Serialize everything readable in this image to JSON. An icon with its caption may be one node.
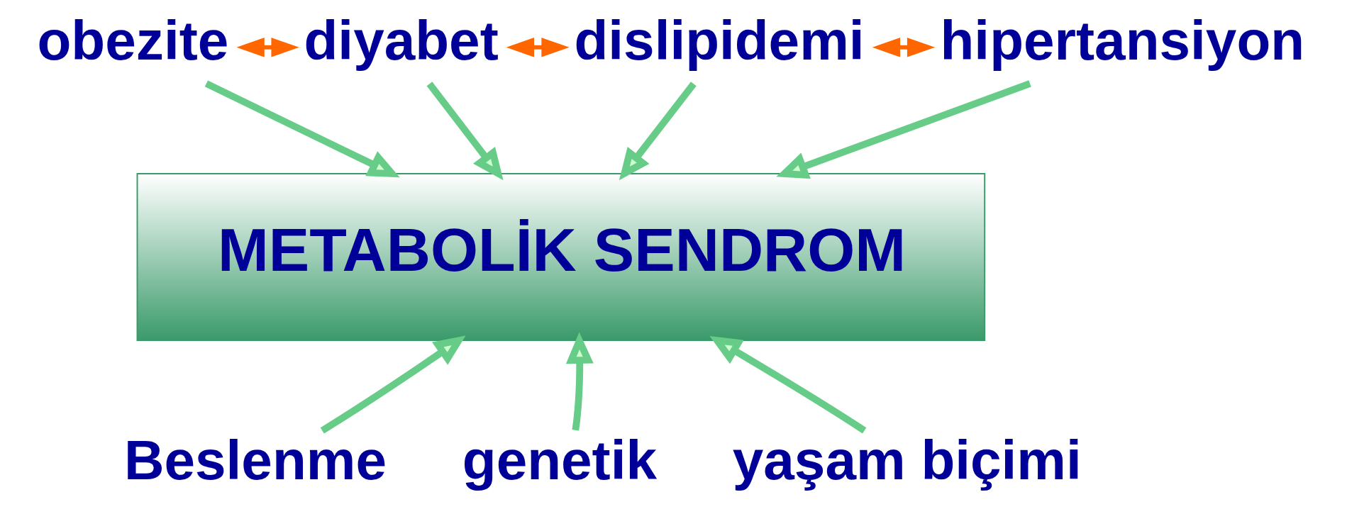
{
  "diagram": {
    "nodes": [
      {
        "text": [
          "obezite"
        ]
      },
      {
        "text": [
          "diyabet"
        ]
      },
      {
        "text": [
          "dislipidemi"
        ]
      },
      {
        "text": [
          "hipertansiyon"
        ]
      },
      {
        "text": [
          "METABOLİK SENDROM"
        ]
      },
      {
        "text": [
          "Beslenme"
        ]
      },
      {
        "text": [
          "genetik"
        ]
      },
      {
        "text": [
          "yaşam biçimi"
        ]
      }
    ],
    "edges": [
      {
        "from": 0,
        "to": 1,
        "arrow": "both",
        "color": "#ff6600"
      },
      {
        "from": 1,
        "to": 2,
        "arrow": "both",
        "color": "#ff6600"
      },
      {
        "from": 2,
        "to": 3,
        "arrow": "both",
        "color": "#ff6600"
      },
      {
        "from": 0,
        "to": 4,
        "arrow": "to"
      },
      {
        "from": 1,
        "to": 4,
        "arrow": "to"
      },
      {
        "from": 2,
        "to": 4,
        "arrow": "to"
      },
      {
        "from": 3,
        "to": 4,
        "arrow": "to"
      },
      {
        "from": 5,
        "to": 4,
        "arrow": "to"
      },
      {
        "from": 6,
        "to": 4,
        "arrow": "to"
      },
      {
        "from": 7,
        "to": 4,
        "arrow": "to"
      }
    ]
  }
}
